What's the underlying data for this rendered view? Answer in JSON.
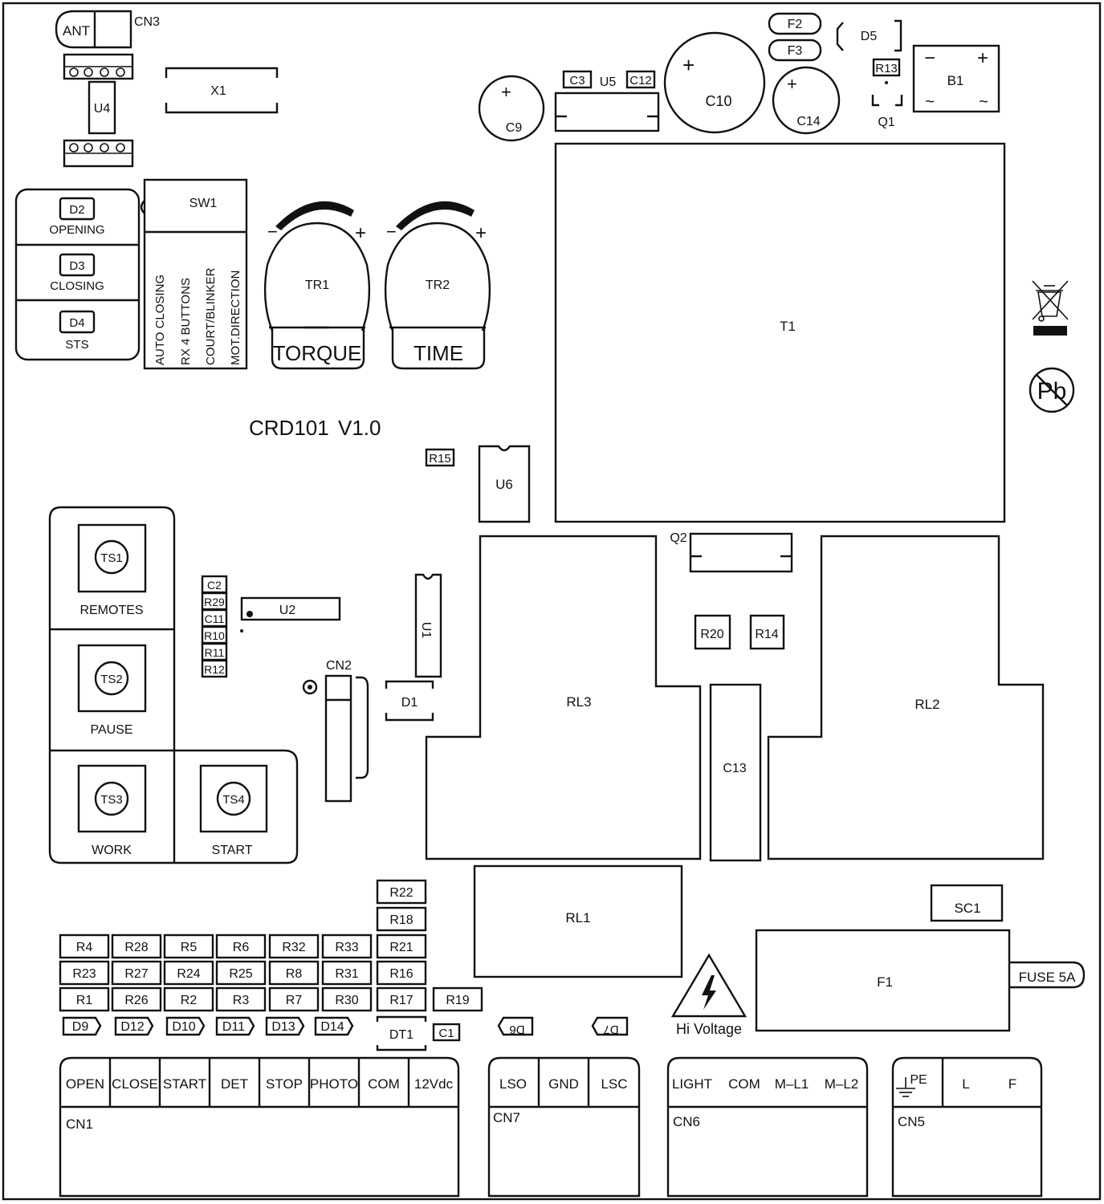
{
  "board": {
    "model": "CRD101",
    "version": "V1.0"
  },
  "labels": {
    "ant": "ANT",
    "cn3": "CN3",
    "u4": "U4",
    "x1": "X1",
    "d2": "D2",
    "opening": "OPENING",
    "d3": "D3",
    "closing": "CLOSING",
    "d4": "D4",
    "sts": "STS",
    "sw1": "SW1",
    "sw1_options": [
      "AUTO CLOSING",
      "RX 4 BUTTONS",
      "COURT/BLINKER",
      "MOT.DIRECTION"
    ],
    "tr1": "TR1",
    "tr2": "TR2",
    "torque": "TORQUE",
    "time": "TIME",
    "c3": "C3",
    "u5": "U5",
    "c12": "C12",
    "c9": "C9",
    "c10": "C10",
    "c14": "C14",
    "f2": "F2",
    "f3": "F3",
    "d5": "D5",
    "r13": "R13",
    "q1": "Q1",
    "b1": "B1",
    "t1": "T1",
    "pb": "Pb",
    "r15": "R15",
    "u6": "U6",
    "ts1": "TS1",
    "remotes": "REMOTES",
    "ts2": "TS2",
    "pause": "PAUSE",
    "ts3": "TS3",
    "work": "WORK",
    "ts4": "TS4",
    "start": "START",
    "u2": "U2",
    "u2_side": [
      "C2",
      "R29",
      "C11",
      "R10",
      "R11",
      "R12"
    ],
    "cn2": "CN2",
    "u1": "U1",
    "d1": "D1",
    "rl3": "RL3",
    "q2": "Q2",
    "r20": "R20",
    "r14": "R14",
    "c13": "C13",
    "rl2": "RL2",
    "rl1": "RL1",
    "sc1": "SC1",
    "f1": "F1",
    "fuse": "FUSE 5A",
    "r22": "R22",
    "r18": "R18",
    "r21": "R21",
    "r16": "R16",
    "r17": "R17",
    "r19": "R19",
    "dt1": "DT1",
    "c1": "C1",
    "d6": "D6",
    "d7": "D7",
    "hi_voltage": "Hi Voltage",
    "grid_row1": [
      "R4",
      "R28",
      "R5",
      "R6",
      "R32",
      "R33"
    ],
    "grid_row2": [
      "R23",
      "R27",
      "R24",
      "R25",
      "R8",
      "R31"
    ],
    "grid_row3": [
      "R1",
      "R26",
      "R2",
      "R3",
      "R7",
      "R30"
    ],
    "diodes": [
      "D9",
      "D12",
      "D10",
      "D11",
      "D13",
      "D14"
    ]
  },
  "connectors": {
    "cn1": {
      "name": "CN1",
      "pins": [
        "OPEN",
        "CLOSE",
        "START",
        "DET",
        "STOP",
        "PHOTO",
        "COM",
        "12Vdc"
      ]
    },
    "cn7": {
      "name": "CN7",
      "pins": [
        "LSO",
        "GND",
        "LSC"
      ]
    },
    "cn6": {
      "name": "CN6",
      "pins": [
        "LIGHT",
        "COM",
        "M–L1",
        "M–L2"
      ]
    },
    "cn5": {
      "name": "CN5",
      "pins": [
        "PE",
        "L",
        "F"
      ]
    }
  },
  "symbols": {
    "plus": "+",
    "minus": "−",
    "tilde": "~"
  }
}
